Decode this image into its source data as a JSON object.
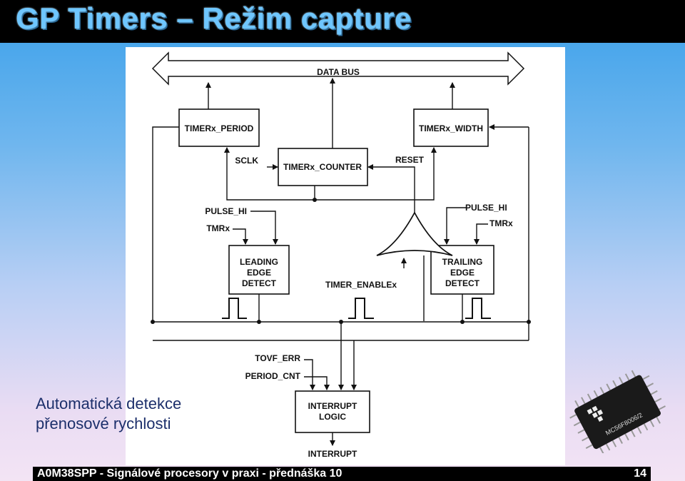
{
  "slide": {
    "title": "GP Timers – Režim capture",
    "caption_line1": "Automatická detekce",
    "caption_line2": "přenosové rychlosti",
    "footer": "A0M38SPP - Signálové procesory v praxi - přednáška 10",
    "page_number": "14"
  },
  "diagram": {
    "data_bus": "DATA BUS",
    "timer_period": "TIMERx_PERIOD",
    "timer_width": "TIMERx_WIDTH",
    "timer_counter": "TIMERx_COUNTER",
    "sclk": "SCLK",
    "reset": "RESET",
    "pulse_hi_left": "PULSE_HI",
    "tmrx_left": "TMRx",
    "pulse_hi_right": "PULSE_HI",
    "tmrx_right": "TMRx",
    "leading_1": "LEADING",
    "leading_2": "EDGE",
    "leading_3": "DETECT",
    "trailing_1": "TRAILING",
    "trailing_2": "EDGE",
    "trailing_3": "DETECT",
    "timer_enable": "TIMER_ENABLEx",
    "tovf_err": "TOVF_ERR",
    "period_cnt": "PERIOD_CNT",
    "interrupt_logic_1": "INTERRUPT",
    "interrupt_logic_2": "LOGIC",
    "interrupt": "INTERRUPT"
  },
  "chip": {
    "marking": "MC56F8006/2"
  },
  "colors": {
    "title": "#6ec6ff",
    "caption": "#1c2f6b",
    "bar": "#000000"
  }
}
